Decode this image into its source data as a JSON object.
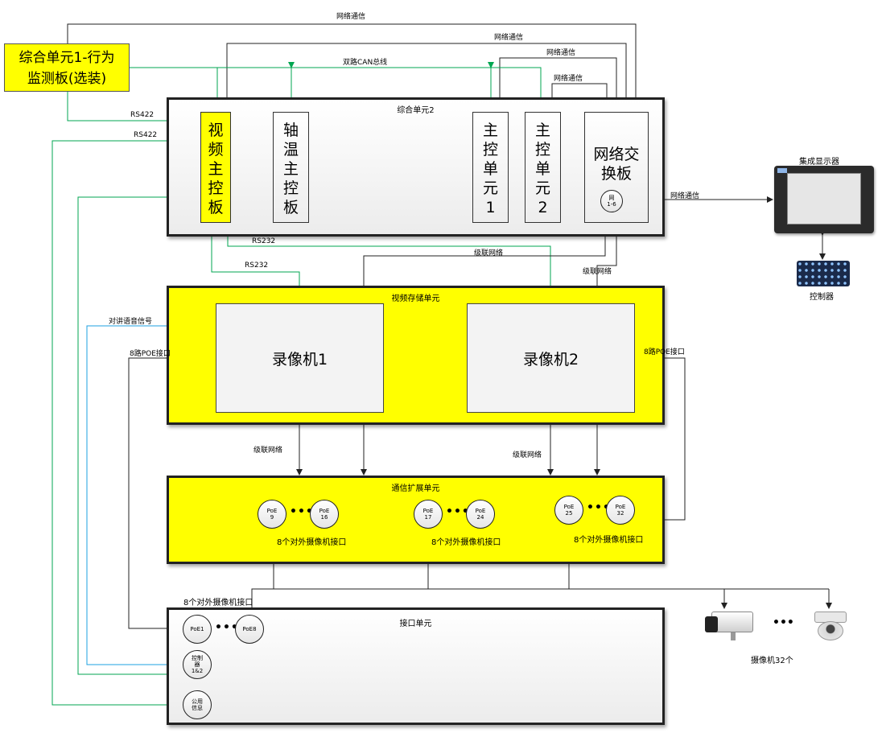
{
  "comprehensive_unit_1": {
    "label": "综合单元1-行为\n监测板(选装)"
  },
  "comprehensive_unit_2": {
    "title": "综合单元2",
    "boards": {
      "video_main": "视\n频\n主\n控\n板",
      "axle_temp": "轴\n温\n主\n控\n板",
      "main_ctrl_1": "主\n控\n单\n元\n1",
      "main_ctrl_2": "主\n控\n单\n元\n2",
      "network_switch": "网络交\n换板",
      "switch_port": "网\n1-6"
    }
  },
  "video_storage_unit": {
    "title": "视频存储单元",
    "recorder_1": "录像机1",
    "recorder_2": "录像机2"
  },
  "comm_expansion_unit": {
    "title": "通信扩展单元",
    "groups": [
      {
        "start": "PoE\n9",
        "end": "PoE\n16",
        "label": "8个对外摄像机接口"
      },
      {
        "start": "PoE\n17",
        "end": "PoE\n24",
        "label": "8个对外摄像机接口"
      },
      {
        "start": "PoE\n25",
        "end": "PoE\n32",
        "label": "8个对外摄像机接口"
      }
    ]
  },
  "interface_unit": {
    "title": "接口单元",
    "poe_start": "PoE1",
    "poe_end": "PoE8",
    "controller": "控制\n器\n1&2",
    "public_info": "公用\n信息",
    "port_label": "8个对外摄像机接口"
  },
  "display": {
    "label": "集成显示器"
  },
  "controller_device": {
    "label": "控制器"
  },
  "cameras": {
    "label": "摄像机32个",
    "dots": "•••"
  },
  "connection_labels": {
    "network_comm": "网络通信",
    "can_bus": "双路CAN总线",
    "rs422": "RS422",
    "rs232": "RS232",
    "cascade_network": "级联网络",
    "intercom_voice": "对讲语音信号",
    "poe_8": "8路POE接口",
    "ellipsis": "•••"
  },
  "colors": {
    "yellow": "#ffff00",
    "green_line": "#00a651",
    "blue_line": "#1ea0e0",
    "black_line": "#222222"
  }
}
